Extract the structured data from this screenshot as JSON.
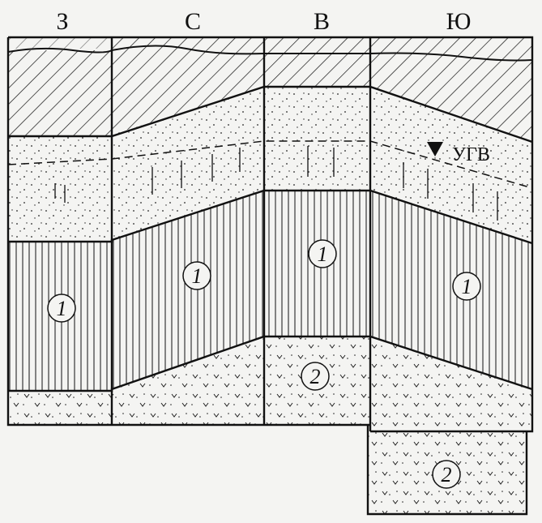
{
  "directions": {
    "west": "З",
    "north": "С",
    "east": "В",
    "south": "Ю"
  },
  "water_table": {
    "label": "УГВ"
  },
  "layer_labels": {
    "west_1": "1",
    "north_1": "1",
    "east_1": "1",
    "east_2": "2",
    "south_1": "1",
    "south_2": "2"
  },
  "colors": {
    "line": "#111111",
    "paper": "#f4f4f2"
  }
}
